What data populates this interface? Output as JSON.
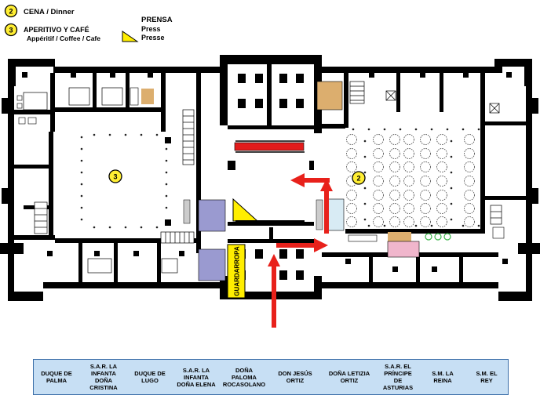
{
  "legend": {
    "dinner_number": "2",
    "dinner_label": "CENA / Dinner",
    "aperitif_number": "3",
    "aperitif_label_line1": "APERITIVO Y CAFÉ",
    "aperitif_label_line2": "Appéritif / Coffee / Cafe",
    "press_label_line1": "PRENSA",
    "press_label_line2": "Press",
    "press_label_line3": "Presse"
  },
  "plan": {
    "aperitif_marker": "3",
    "dinner_marker": "2",
    "cloakroom_label": "GUARDARROPA"
  },
  "colors": {
    "wall": "#000000",
    "marker_yellow": "#ffee33",
    "press_yellow": "#ffee00",
    "arrow_red": "#e8211b",
    "bar_red": "#e21c1c",
    "room_purple": "#9a9ad0",
    "room_pale_blue": "#d8ebf4",
    "stair_tan": "#dcae6e",
    "pink_room": "#f0b6cc",
    "plants_green": "#3bb54a",
    "strip_fill": "#c7dff4",
    "strip_border": "#3b6ea8"
  },
  "guests": [
    "DUQUE DE\nPALMA",
    "S.A.R. LA\nINFANTA\nDOÑA\nCRISTINA",
    "DUQUE DE\nLUGO",
    "S.A.R.  LA\nINFANTA\nDOÑA ELENA",
    "DOÑA\nPALOMA\nROCASOLANO",
    "DON  JESÚS\nORTIZ",
    "DOÑA LETIZIA\nORTIZ",
    "S.A.R. EL\nPRÍNCIPE\nDE\nASTURIAS",
    "S.M. LA\nREINA",
    "S.M. EL\nREY"
  ]
}
